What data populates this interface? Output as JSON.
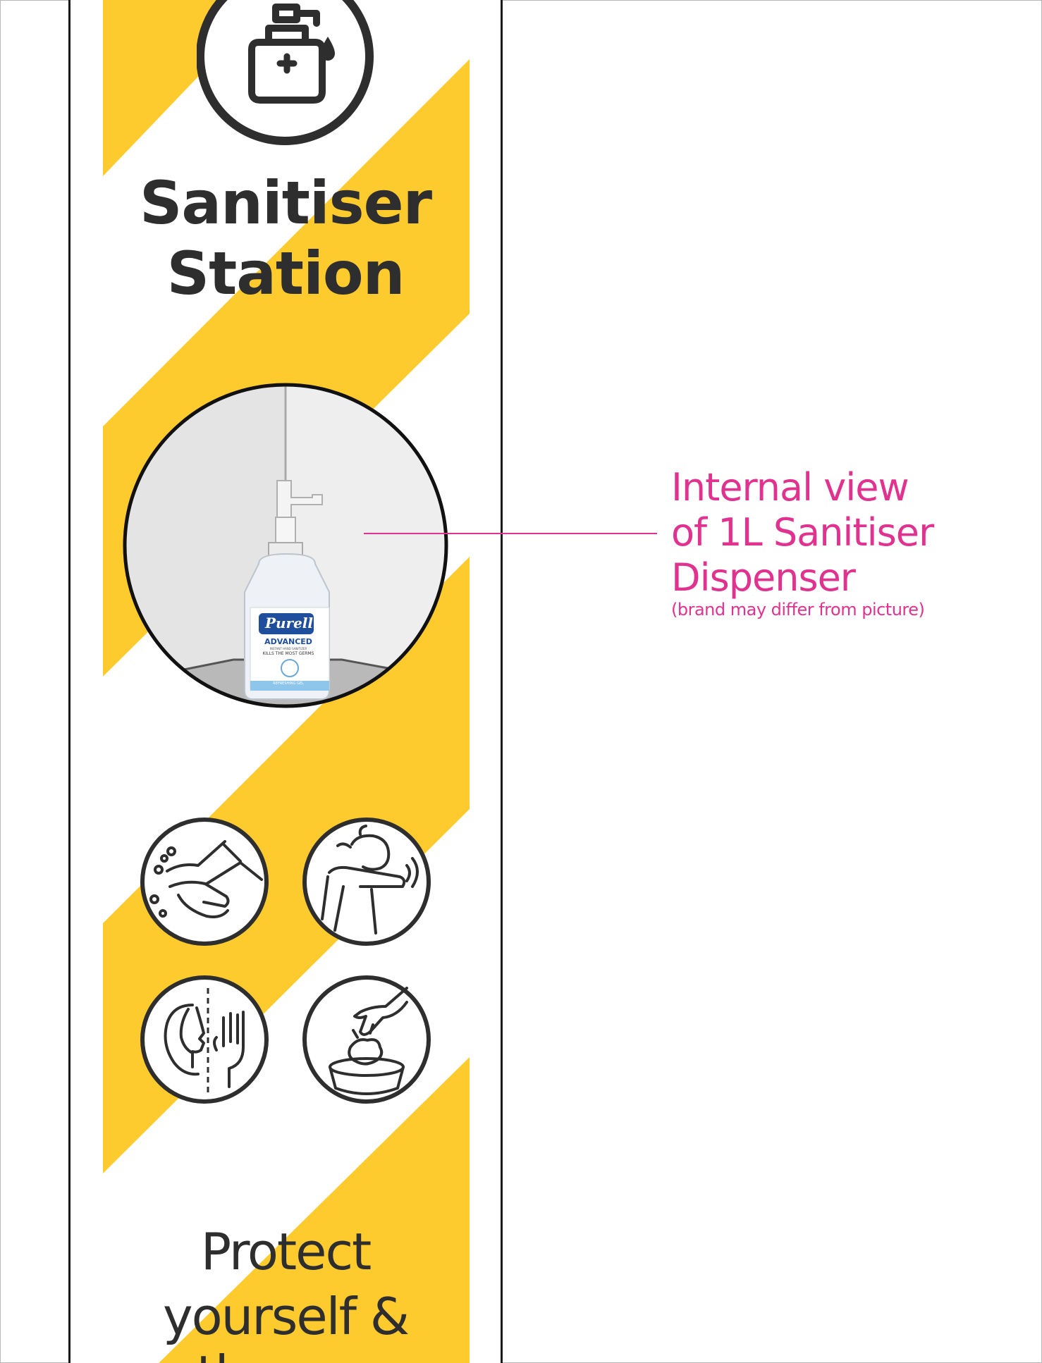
{
  "sign": {
    "title_line1": "Sanitiser",
    "title_line2": "Station",
    "footer_line1": "Protect",
    "footer_line2": "yourself &",
    "footer_line3": "those a"
  },
  "annotation": {
    "line1": "Internal view",
    "line2": "of 1L Sanitiser",
    "line3": "Dispenser",
    "note": "(brand may differ from picture)"
  },
  "bottle": {
    "brand": "Purell",
    "product": "ADVANCED",
    "subtitle": "INSTANT HAND SANITIZER",
    "tagline": "KILLS THE MOST GERMS",
    "gel": "REFRESHING GEL"
  },
  "icons": [
    "sanitiser-pump-icon",
    "wash-hands-icon",
    "sneeze-into-elbow-icon",
    "avoid-touching-face-icon",
    "dispose-tissue-icon"
  ],
  "colors": {
    "stripe_yellow": "#fecb2f",
    "ink": "#2e2e2e",
    "annotation_pink": "#e0338f"
  }
}
